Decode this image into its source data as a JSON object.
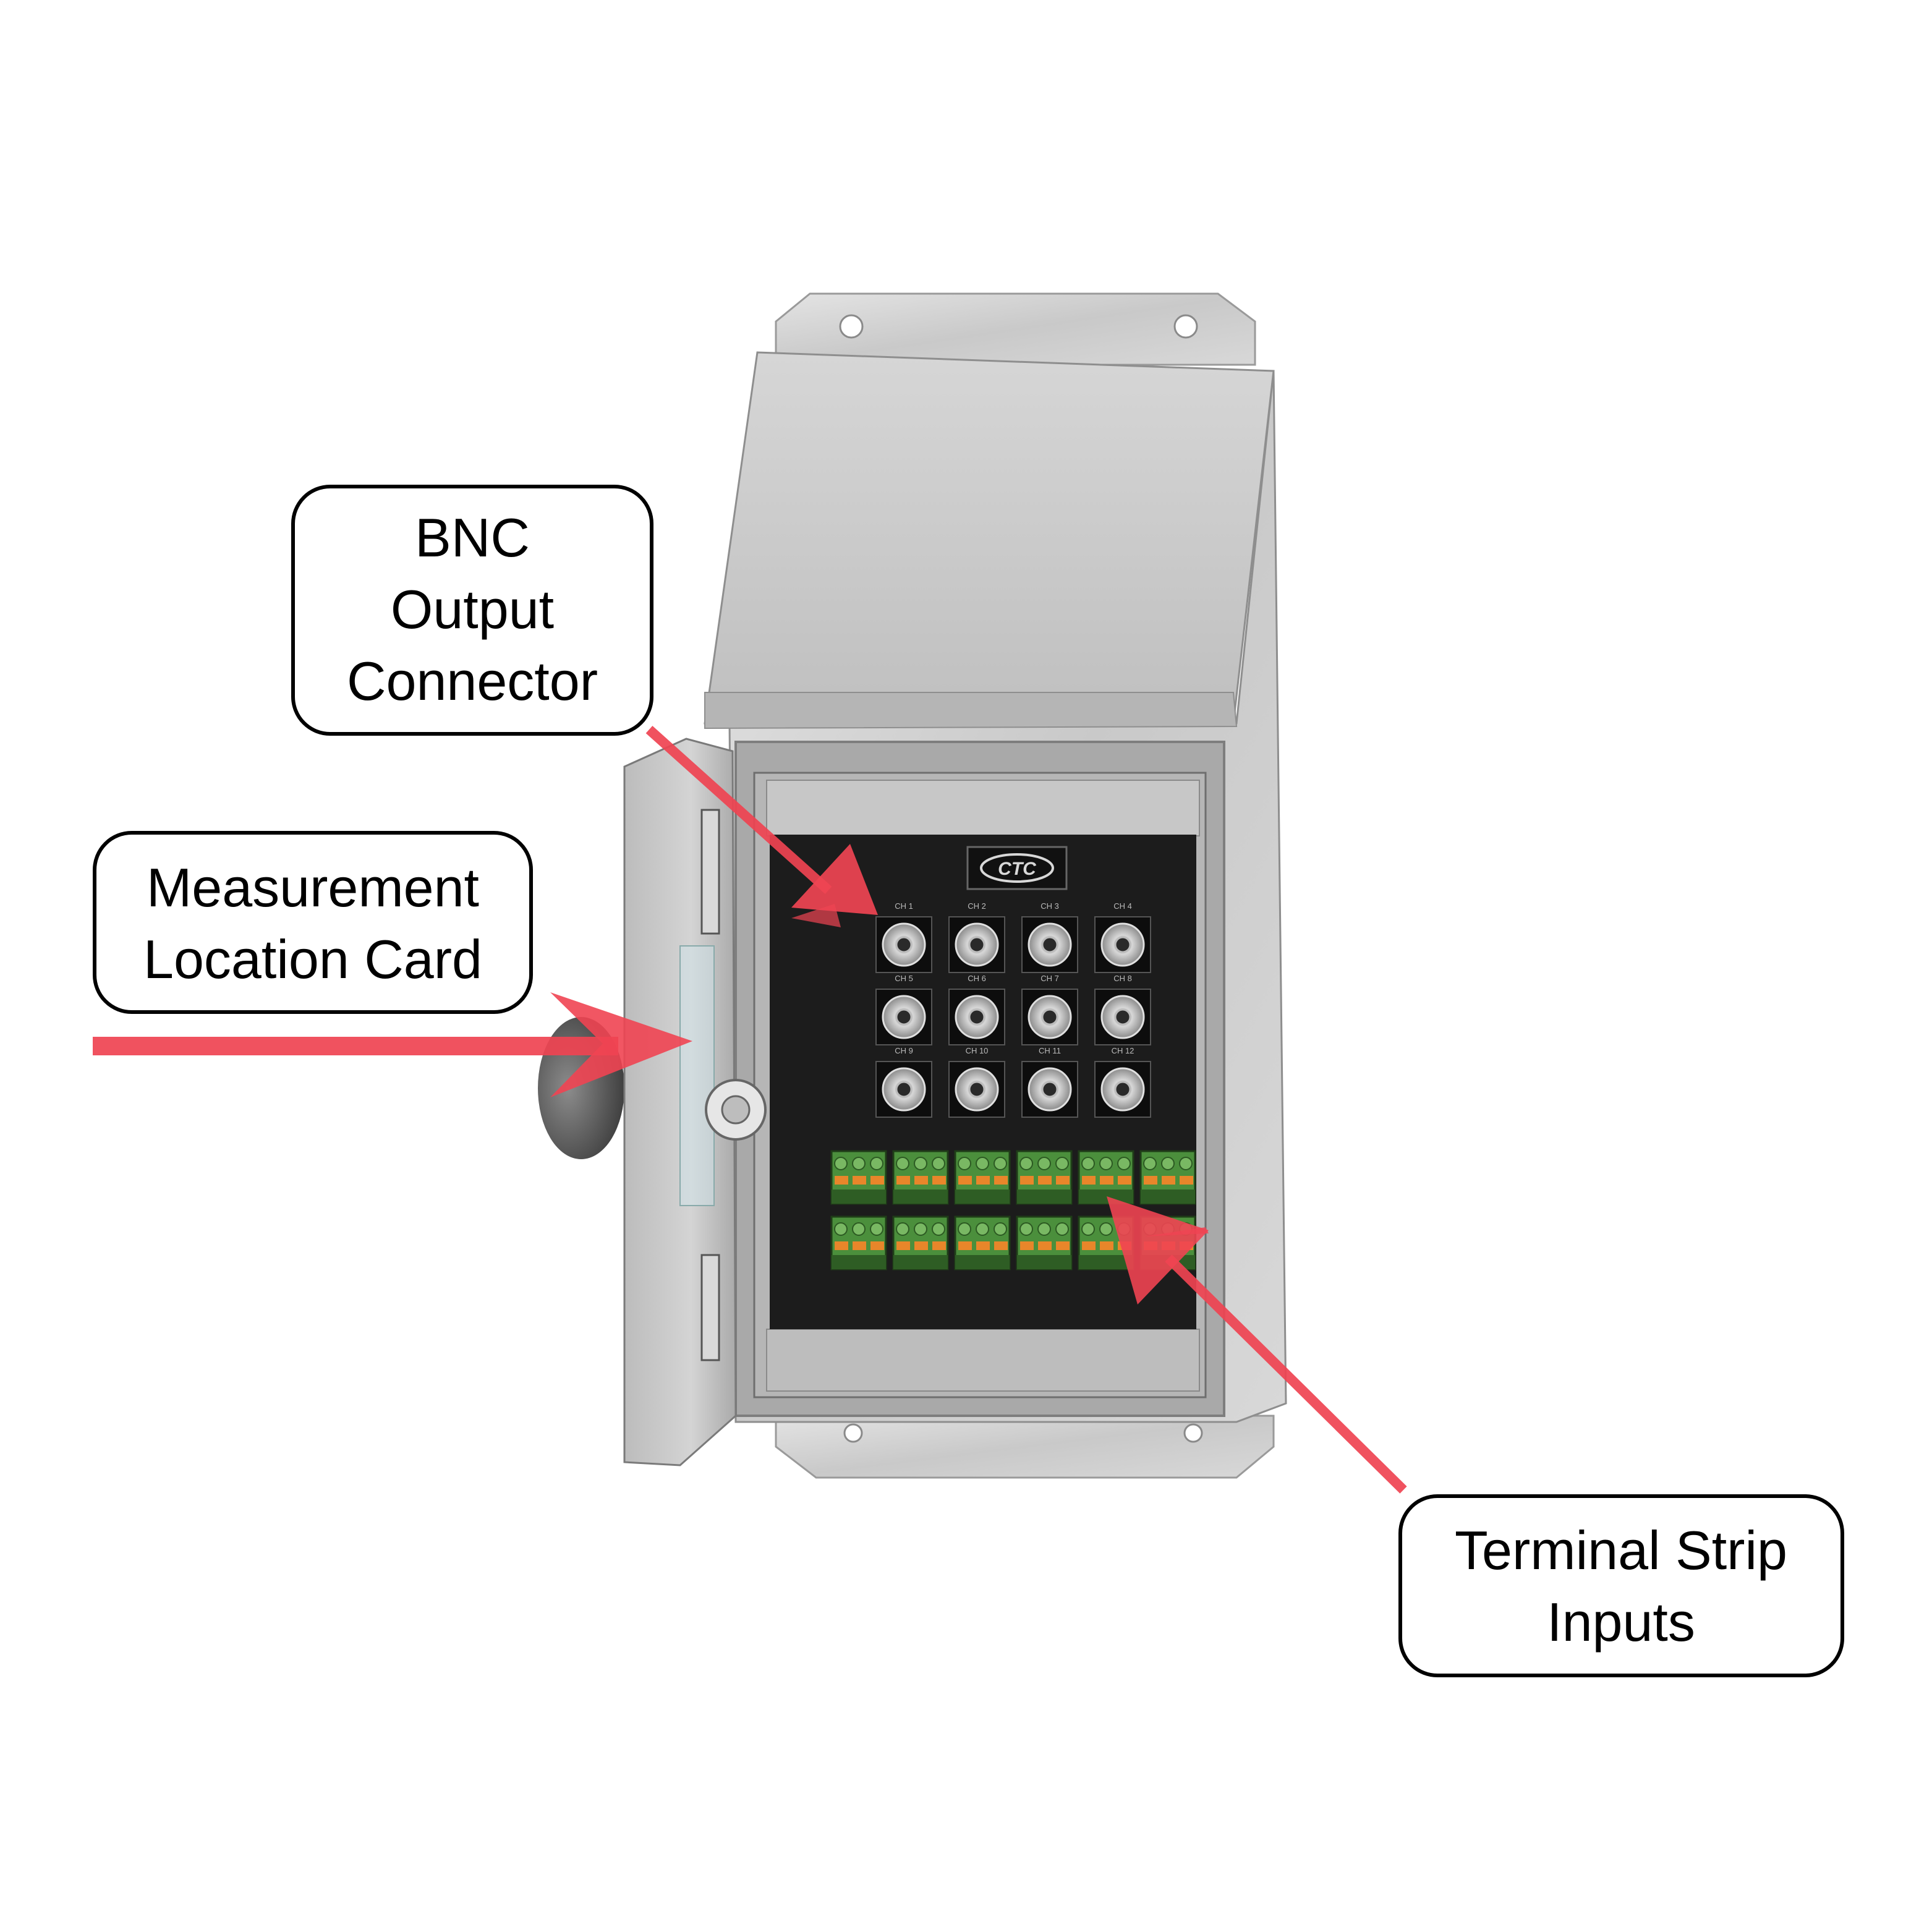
{
  "callouts": {
    "bnc": {
      "lines": [
        "BNC",
        "Output",
        "Connector"
      ]
    },
    "measurement": {
      "lines": [
        "Measurement",
        "Location Card"
      ]
    },
    "terminal": {
      "lines": [
        "Terminal Strip",
        "Inputs"
      ]
    }
  },
  "panel": {
    "logo": "CTC",
    "channels": [
      "CH 1",
      "CH 2",
      "CH 3",
      "CH 4",
      "CH 5",
      "CH 6",
      "CH 7",
      "CH 8",
      "CH 9",
      "CH 10",
      "CH 11",
      "CH 12"
    ]
  },
  "colors": {
    "arrow": "#ef4452",
    "steel": "#cfcfcf",
    "panel": "#1c1c1c",
    "terminal_green": "#4b8f3c",
    "terminal_orange": "#e8862a"
  }
}
